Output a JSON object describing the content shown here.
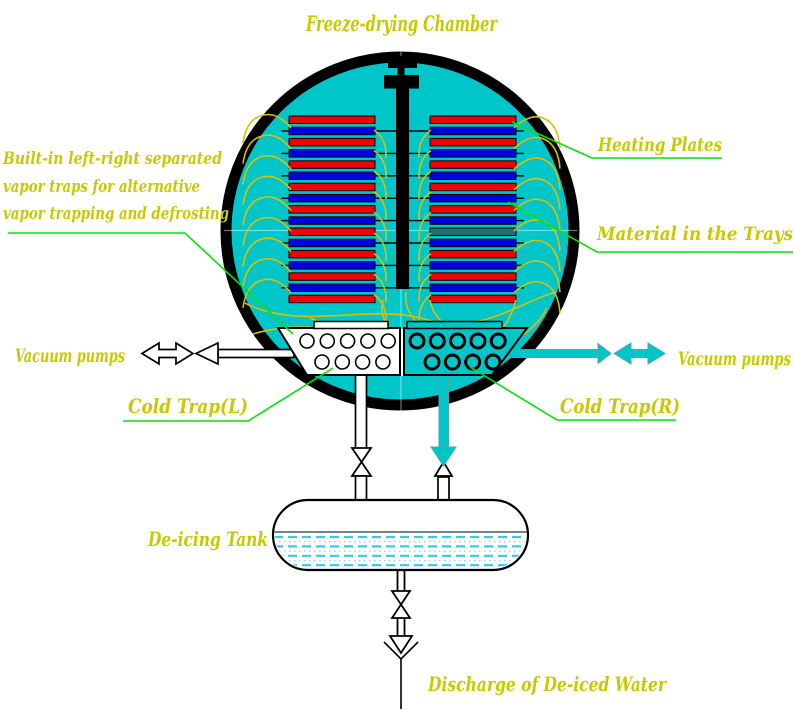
{
  "title": "Freeze-drying Chamber",
  "labels": {
    "heating_plates": "Heating Plates",
    "material_trays": "Material in the Trays",
    "vapor_note": [
      "Built-in left-right separated",
      "vapor traps for alternative",
      "vapor trapping and defrosting"
    ],
    "vacuum_pumps_left": "Vacuum pumps",
    "vacuum_pumps_right": "Vacuum pumps",
    "cold_trap_left": "Cold Trap(L)",
    "cold_trap_right": "Cold Trap(R)",
    "deicing_tank": "De-icing Tank",
    "discharge": "Discharge of De-iced Water"
  },
  "colors": {
    "chamber": "#00C5C9",
    "plate_red": "#F50000",
    "plate_blue": "#0000DF",
    "material_dark": "#1F6F74",
    "label_yellow": "#C9C900",
    "leader_green": "#00E500",
    "vapor_yellow": "#DCC000",
    "water_blue": "#38C8F0",
    "water_blue_light": "#7ADCF6",
    "outline": "#000000"
  },
  "diagram": {
    "plates_per_stack": 17,
    "material_dark_row": 10,
    "trap_circles_top_row": 5,
    "trap_circles_bottom_row": 4,
    "vapor_stream_rows": 9,
    "water_dash_rows": 7
  }
}
